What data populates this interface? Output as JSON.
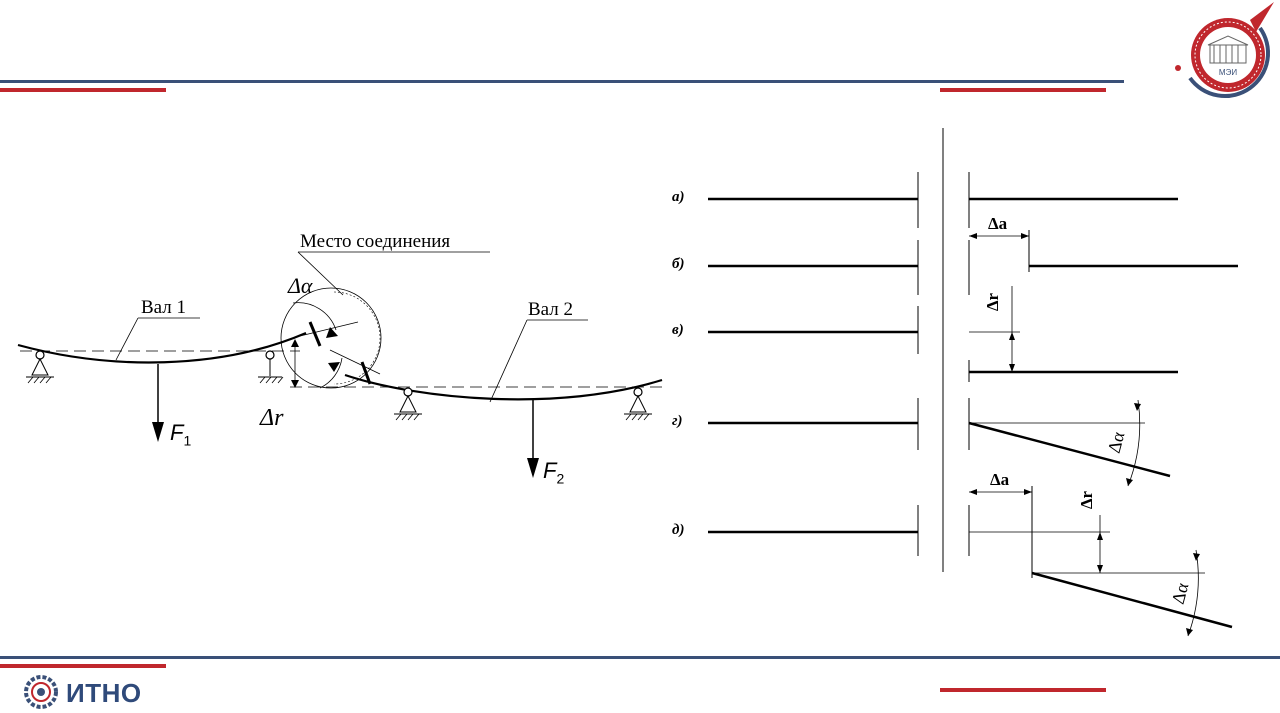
{
  "theme": {
    "navy": "#3a5078",
    "red": "#c0272d",
    "ink": "#000000"
  },
  "diagram_left": {
    "callout_joint": "Место соединения",
    "shaft1": "Вал 1",
    "shaft2": "Вал 2",
    "delta_alpha": "Δα",
    "delta_r": "Δr",
    "force1": "F",
    "force1_sub": "1",
    "force2": "F",
    "force2_sub": "2"
  },
  "diagram_right": {
    "case_a": "а)",
    "case_b": "б)",
    "case_v": "в)",
    "case_g": "г)",
    "case_d": "д)",
    "delta_a_b": "Δa",
    "delta_r_v": "Δr",
    "delta_alpha_g": "Δα",
    "delta_a_d": "Δa",
    "delta_r_d": "Δr",
    "delta_alpha_d": "Δα"
  },
  "footer": {
    "brand": "ИТНО"
  },
  "logo": {
    "text": "МЭИ"
  }
}
